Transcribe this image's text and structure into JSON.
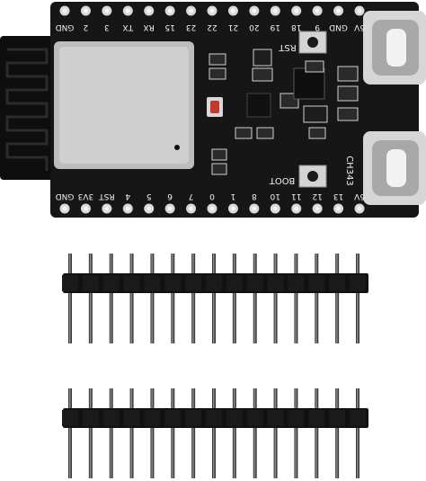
{
  "board": {
    "top_pins": [
      "GND",
      "2",
      "3",
      "TX",
      "RX",
      "15",
      "23",
      "22",
      "21",
      "20",
      "19",
      "18",
      "9",
      "GND",
      "5V"
    ],
    "bottom_pins": [
      "GND",
      "3V3",
      "RST",
      "4",
      "5",
      "6",
      "7",
      "0",
      "1",
      "8",
      "10",
      "11",
      "12",
      "13",
      "5V"
    ],
    "buttons": {
      "rst": "RST",
      "boot": "BOOT"
    },
    "usb_chip": "CH343",
    "colors": {
      "pcb": "#161616",
      "pad": "#d9d9d9",
      "shield": "#c8c8c8",
      "antenna": "#0e0e0e",
      "usb": "#d6d6d6",
      "led": "#c0392b"
    },
    "icons": [
      "usb-c-port-icon",
      "tactile-button-icon",
      "pin-pad-icon"
    ]
  },
  "headers": [
    {
      "name": "pin-header-upper",
      "pin_count": 15
    },
    {
      "name": "pin-header-lower",
      "pin_count": 15
    }
  ]
}
